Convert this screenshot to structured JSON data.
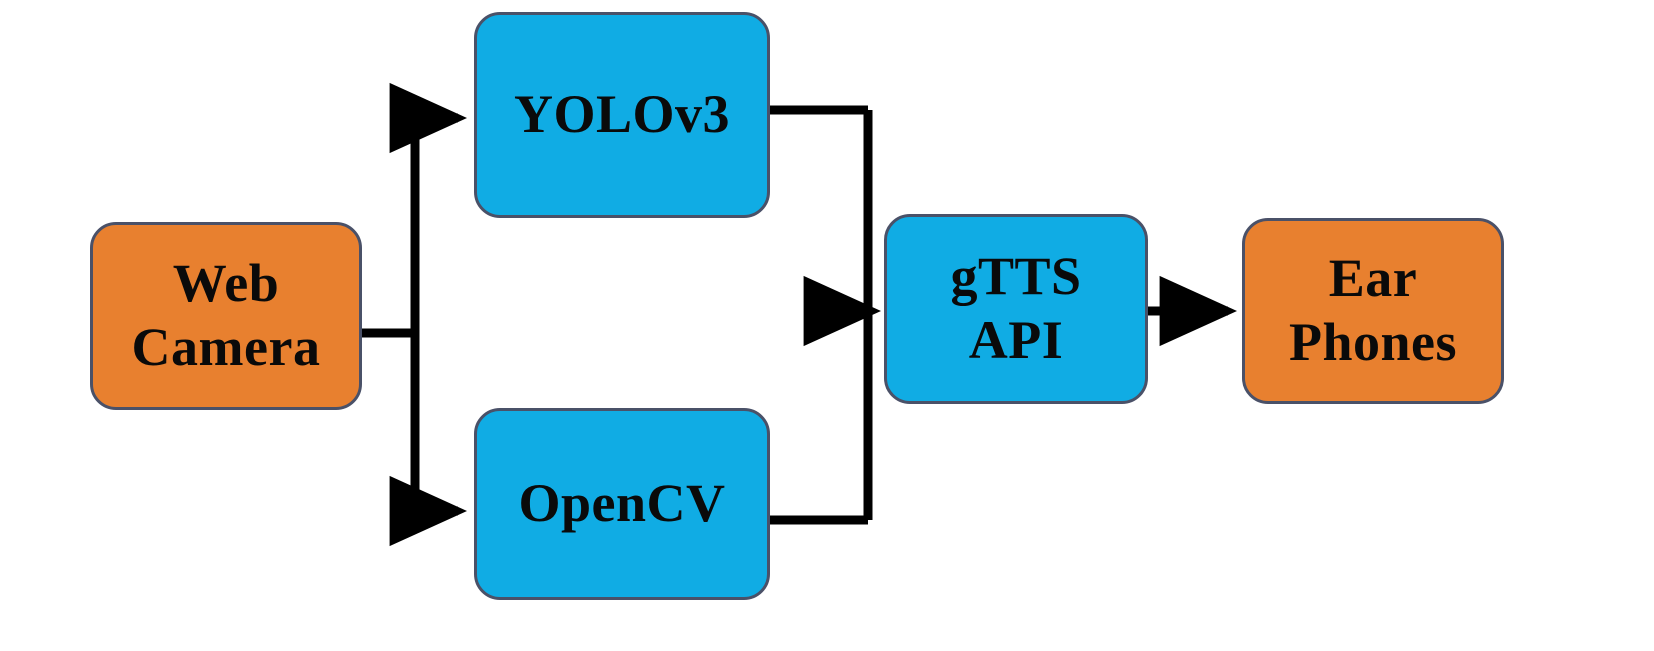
{
  "diagram": {
    "title": "Web Camera to Ear Phones pipeline block diagram",
    "type": "block-flow-diagram",
    "background_color": "#ffffff",
    "palette": {
      "source_sink_fill": "#e8802f",
      "process_fill": "#10ace4",
      "node_border": "#4a5168",
      "edge_color": "#000000",
      "text_color": "#0a0a0a"
    },
    "nodes": [
      {
        "id": "web-camera",
        "label": "Web\nCamera",
        "lines": [
          "Web",
          "Camera"
        ],
        "role": "source",
        "fill": "#e8802f"
      },
      {
        "id": "yolov3",
        "label": "YOLOv3",
        "lines": [
          "YOLOv3"
        ],
        "role": "process",
        "fill": "#10ace4"
      },
      {
        "id": "opencv",
        "label": "OpenCV",
        "lines": [
          "OpenCV"
        ],
        "role": "process",
        "fill": "#10ace4"
      },
      {
        "id": "gtts-api",
        "label": "gTTS\nAPI",
        "lines": [
          "gTTS",
          "API"
        ],
        "role": "process",
        "fill": "#10ace4"
      },
      {
        "id": "ear-phones",
        "label": "Ear\nPhones",
        "lines": [
          "Ear",
          "Phones"
        ],
        "role": "sink",
        "fill": "#e8802f"
      }
    ],
    "edges": [
      {
        "id": "edge-camera-to-yolov3",
        "from": "web-camera",
        "to": "yolov3",
        "arrow": true,
        "label": ""
      },
      {
        "id": "edge-camera-to-opencv",
        "from": "web-camera",
        "to": "opencv",
        "arrow": true,
        "label": ""
      },
      {
        "id": "edge-yolov3-to-gtts",
        "from": "yolov3",
        "to": "gtts-api",
        "arrow": true,
        "label": ""
      },
      {
        "id": "edge-opencv-to-gtts",
        "from": "opencv",
        "to": "gtts-api",
        "arrow": true,
        "label": ""
      },
      {
        "id": "edge-gtts-to-earphones",
        "from": "gtts-api",
        "to": "ear-phones",
        "arrow": true,
        "label": ""
      }
    ]
  }
}
